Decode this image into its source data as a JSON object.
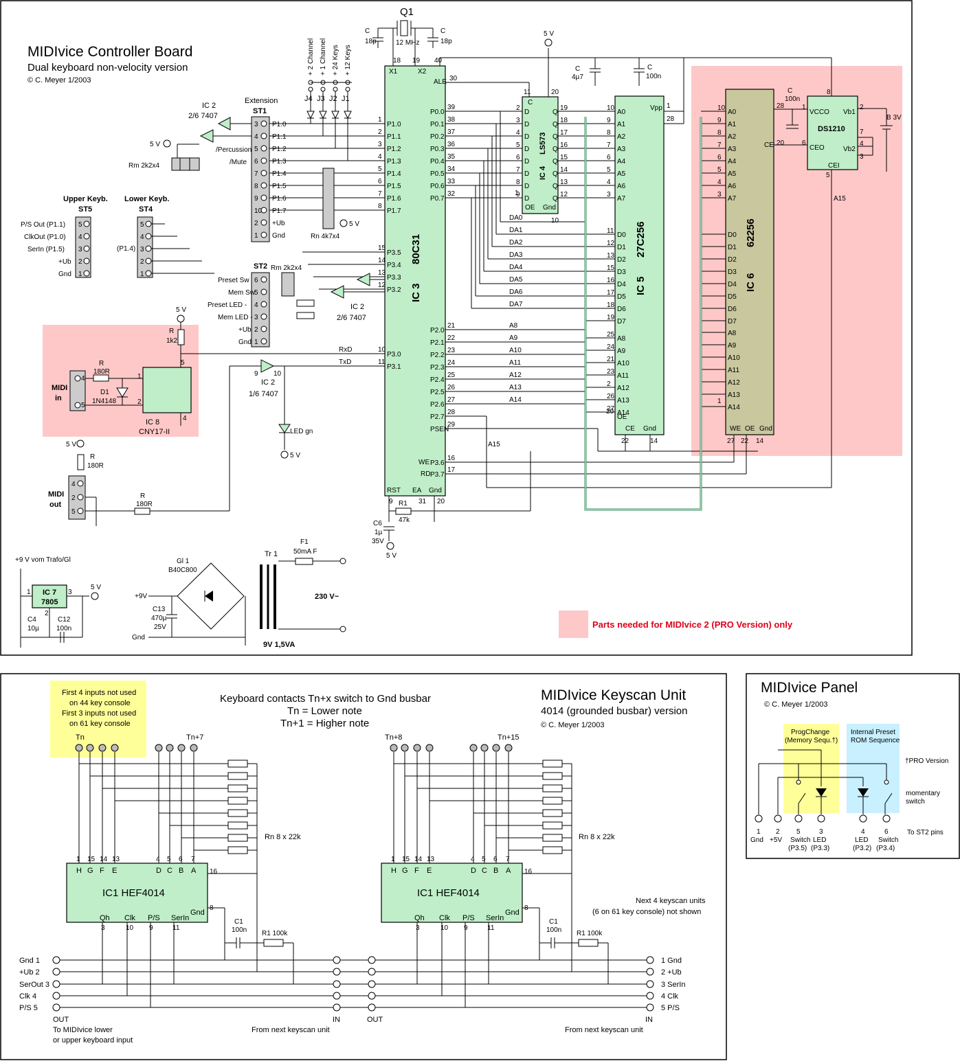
{
  "colors": {
    "ic_fill": "#bfeec8",
    "ic6_fill": "#c8c79e",
    "pro_highlight": "#ffc8c8",
    "prog_highlight": "#ffff99",
    "preset_highlight": "#c8f0ff",
    "note_red": "#e0001a",
    "bus_green": "#2e8b57"
  },
  "controller": {
    "title": "MIDIvice Controller Board",
    "subtitle": "Dual keyboard non-velocity version",
    "copyright": "© C. Meyer 1/2003",
    "pro_note": "Parts needed for MIDIvice 2 (PRO Version) only",
    "supply": {
      "v5": "5 V",
      "v5b": "5 V",
      "v5c": "5 V",
      "v5d": "5 V",
      "v5e": "5 V",
      "v5f": "5 V",
      "v5g": "5 V",
      "v5h": "5 V",
      "v5i": "5 V"
    },
    "crystal": {
      "name": "Q1",
      "freq": "12 MHz",
      "c_left": "C",
      "c_left_val": "18p",
      "c_right": "C",
      "c_right_val": "18p"
    },
    "jumpers": {
      "names": [
        "J4",
        "J3",
        "J2",
        "J1"
      ],
      "labels": [
        "+ 2 Channel",
        "+ 1 Channel",
        "+ 24 Keys",
        "+ 12 Keys"
      ]
    },
    "st1": {
      "title": "Extension",
      "name": "ST1",
      "pins": [
        "3",
        "4",
        "5",
        "6",
        "7",
        "8",
        "9",
        "10",
        "2",
        "1"
      ],
      "labels": [
        "P1.0",
        "P1.1",
        "P1.2",
        "P1.3",
        "P1.4",
        "P1.5",
        "P1.6",
        "P1.7",
        "+Ub",
        "Gnd"
      ],
      "percussion": "/Percussion",
      "mute": "/Mute"
    },
    "ic2a": {
      "name": "IC 2",
      "type": "2/6 7407"
    },
    "ic2b": {
      "name": "IC 2",
      "type": "2/6 7407"
    },
    "ic2c": {
      "name": "IC 2",
      "type": "1/6 7407",
      "pin_in": "9",
      "pin_out": "10"
    },
    "rm1": "Rm 2k2x4",
    "rm2": "Rm 2k2x4",
    "rn1": "Rn 4k7x4",
    "rn1_5v": "5 V",
    "st5": {
      "title": "Upper Keyb.",
      "name": "ST5",
      "pins": [
        "5",
        "4",
        "3",
        "2",
        "1"
      ],
      "labels": [
        "P/S Out (P1.1)",
        "ClkOut (P1.0)",
        "SerIn (P1.5)",
        "+Ub",
        "Gnd"
      ]
    },
    "st4": {
      "title": "Lower Keyb.",
      "name": "ST4",
      "pins": [
        "5",
        "4",
        "3",
        "2",
        "1"
      ],
      "p14": "(P1.4)"
    },
    "st2": {
      "name": "ST2",
      "pins": [
        "6",
        "5",
        "4",
        "3",
        "2",
        "1"
      ],
      "labels": [
        "Preset Sw",
        "Mem Sw",
        "Preset LED -",
        "Mem LED -",
        "+Ub",
        "Gnd"
      ]
    },
    "midi_in": {
      "label": "MIDI",
      "label2": "in",
      "pins": [
        "4",
        "5"
      ],
      "r": "R",
      "r_val": "180R",
      "d_name": "D1",
      "d_val": "1N4148",
      "r2": "R",
      "r2_val": "1k2",
      "opto": "IC 8",
      "opto_type": "CNY17-II",
      "opto_pins": [
        "1",
        "2",
        "5",
        "4"
      ]
    },
    "midi_out": {
      "label": "MIDI",
      "label2": "out",
      "pins": [
        "4",
        "2",
        "5"
      ],
      "r": "R",
      "r_val": "180R",
      "r2": "R",
      "r2_val": "180R"
    },
    "led": "LED gn",
    "rxd": "RxD",
    "txd": "TxD",
    "ic3": {
      "name": "IC 3",
      "type": "80C31",
      "left_pins": [
        "1",
        "2",
        "3",
        "4",
        "5",
        "6",
        "7",
        "8",
        "15",
        "14",
        "13",
        "12",
        "10",
        "11"
      ],
      "left": [
        "P1.0",
        "P1.1",
        "P1.2",
        "P1.3",
        "P1.4",
        "P1.5",
        "P1.6",
        "P1.7",
        "P3.5",
        "P3.4",
        "P3.3",
        "P3.2",
        "P3.0",
        "P3.1"
      ],
      "right_pins": [
        "39",
        "38",
        "37",
        "36",
        "35",
        "34",
        "33",
        "32",
        "21",
        "22",
        "23",
        "24",
        "25",
        "26",
        "27",
        "28",
        "29",
        "16",
        "17"
      ],
      "right": [
        "P0.0",
        "P0.1",
        "P0.2",
        "P0.3",
        "P0.4",
        "P0.5",
        "P0.6",
        "P0.7",
        "P2.0",
        "P2.1",
        "P2.2",
        "P2.3",
        "P2.4",
        "P2.5",
        "P2.6",
        "P2.7",
        "PSEN",
        "P3.6",
        "P3.7"
      ],
      "x1": "X1",
      "x2": "X2",
      "x1p": "18",
      "x2p": "19",
      "ale": "ALE",
      "ale_p": "30",
      "vcc_p": "40",
      "rst": "RST",
      "ea": "EA",
      "gnd": "Gnd",
      "rst_p": "9",
      "ea_p": "31",
      "gnd_p": "20",
      "we": "WE",
      "rd": "RD"
    },
    "ic4": {
      "name": "IC 4",
      "type": "LS573",
      "c": "C",
      "c_p": "11",
      "vcc_p": "20",
      "d": [
        "D",
        "D",
        "D",
        "D",
        "D",
        "D",
        "D",
        "D"
      ],
      "dp": [
        "2",
        "3",
        "4",
        "5",
        "6",
        "7",
        "8",
        "9"
      ],
      "qp": [
        "19",
        "18",
        "17",
        "16",
        "15",
        "14",
        "13",
        "12"
      ],
      "q": "Q",
      "oe": "OE",
      "gnd": "Gnd",
      "oe_p": "1",
      "gnd_p": "10"
    },
    "da": [
      "DA0",
      "DA1",
      "DA2",
      "DA3",
      "DA4",
      "DA5",
      "DA6",
      "DA7"
    ],
    "a": [
      "A8",
      "A9",
      "A10",
      "A11",
      "A12",
      "A13",
      "A14"
    ],
    "a15": "A15",
    "a15b": "A15",
    "ic5": {
      "name": "IC 5",
      "type": "27C256",
      "vpp": "Vpp",
      "vpp_p": "1",
      "vcc_p": "28",
      "addr": [
        "A0",
        "A1",
        "A2",
        "A3",
        "A4",
        "A5",
        "A6",
        "A7"
      ],
      "addr_p": [
        "10",
        "9",
        "8",
        "7",
        "6",
        "5",
        "4",
        "3"
      ],
      "data": [
        "D0",
        "D1",
        "D2",
        "D3",
        "D4",
        "D5",
        "D6",
        "D7"
      ],
      "data_p": [
        "11",
        "12",
        "13",
        "15",
        "16",
        "17",
        "18",
        "19"
      ],
      "haddr": [
        "A8",
        "A9",
        "A10",
        "A11",
        "A12",
        "A13",
        "A14"
      ],
      "haddr_p": [
        "25",
        "24",
        "21",
        "23",
        "2",
        "26",
        "27"
      ],
      "oe": "OE",
      "oe_p": "20",
      "ce": "CE",
      "gnd": "Gnd",
      "ce_p": "22",
      "gnd_p": "14"
    },
    "ic6": {
      "name": "IC 6",
      "type": "62256",
      "addr": [
        "A0",
        "A1",
        "A2",
        "A3",
        "A4",
        "A5",
        "A6",
        "A7",
        "D0",
        "D1",
        "D2",
        "D3",
        "D4",
        "D5",
        "D6",
        "D7",
        "A8",
        "A9",
        "A10",
        "A11",
        "A12",
        "A13",
        "A14"
      ],
      "addr_p": [
        "10",
        "9",
        "8",
        "7",
        "6",
        "5",
        "4",
        "3"
      ],
      "high_p": [
        "25",
        "24",
        "21",
        "23",
        "2",
        "26",
        "1"
      ],
      "vcc_p": "28",
      "ce": "CE",
      "ce_p": "20",
      "we": "WE",
      "oe": "OE",
      "gnd": "Gnd",
      "we_p": "27",
      "oe_p": "22",
      "gnd_p": "14"
    },
    "c_ic6": {
      "c": "C",
      "val": "100n"
    },
    "ds1210": {
      "name": "DS1210",
      "vcco": "VCCO",
      "vcco_p": "1",
      "vb1": "Vb1",
      "vb1_p": "2",
      "vb2": "Vb2",
      "vb2_p": "3",
      "ceo": "CEO",
      "ceo_p": "6",
      "cei": "CEI",
      "cei_p": "5",
      "p8": "8",
      "p7": "7",
      "p4": "4",
      "battery": "B 3V"
    },
    "c_4u7": {
      "c": "C",
      "val": "4µ7"
    },
    "c_100n": {
      "c": "C",
      "val": "100n"
    },
    "c6": {
      "name": "C6",
      "val": "1µ",
      "v": "35V"
    },
    "r1": {
      "name": "R1",
      "val": "47k"
    },
    "psu": {
      "in": "+9 V vom Trafo/Gl",
      "ic7": "IC 7",
      "ic7_type": "7805",
      "p1": "1",
      "p2": "2",
      "p3": "3",
      "c4": "C4",
      "c4_val": "10µ",
      "c12": "C12",
      "c12_val": "100n",
      "gl": "Gl 1",
      "gl_type": "B40C800",
      "p9v": "+9V",
      "gnd": "Gnd",
      "c13": "C13",
      "c13_val": "470µ",
      "c13_v": "25V",
      "tr": "Tr 1",
      "tr_rating": "9V  1,5VA",
      "f1": "F1",
      "f1_val": "50mA F",
      "mains": "230 V~"
    }
  },
  "keyscan": {
    "title": "MIDIvice Keyscan Unit",
    "subtitle": "4014 (grounded busbar) version",
    "copyright": "© C. Meyer 1/2003",
    "note": [
      "First 4 inputs not used",
      "on 44 key console",
      "First 3 inputs not used",
      "on 61 key console"
    ],
    "desc": [
      "Keyboard contacts Tn+x switch to Gnd busbar",
      "Tn = Lower note",
      "Tn+1 = Higher note"
    ],
    "tn": "Tn",
    "tn7": "Tn+7",
    "tn8": "Tn+8",
    "tn15": "Tn+15",
    "rn": "Rn 8 x 22k",
    "rn2": "Rn 8 x 22k",
    "ic": {
      "name": "IC1 HEF4014",
      "inputs": [
        "H",
        "G",
        "F",
        "E",
        "D",
        "C",
        "B",
        "A"
      ],
      "input_pins": [
        "1",
        "15",
        "14",
        "13",
        "4",
        "5",
        "6",
        "7"
      ],
      "bottom": [
        "Qh",
        "Clk",
        "P/S",
        "SerIn"
      ],
      "bottom_pins": [
        "3",
        "10",
        "9",
        "11"
      ],
      "gnd": "Gnd",
      "gnd_p": "8",
      "vcc_p": "16"
    },
    "c1": {
      "name": "C1",
      "val": "100n"
    },
    "r1": "R1 100k",
    "next": [
      "Next 4 keyscan units",
      "(6 on 61 key console) not shown"
    ],
    "left_pins": [
      "Gnd  1",
      "+Ub  2",
      "SerOut  3",
      "Clk  4",
      "P/S  5"
    ],
    "right_pins": [
      "1  Gnd",
      "2  +Ub",
      "3  SerIn",
      "4  Clk",
      "5  P/S"
    ],
    "out": "OUT",
    "out_desc": [
      "To MIDIvice lower",
      "or upper keyboard input"
    ],
    "in": "IN",
    "in_desc": "From next keyscan unit",
    "out2": "OUT",
    "in2": "IN",
    "in2_desc": "From next keyscan unit"
  },
  "panel": {
    "title": "MIDIvice Panel",
    "copyright": "© C. Meyer  1/2003",
    "prog": [
      "ProgChange",
      "(Memory Sequ.†)"
    ],
    "preset": [
      "Internal Preset",
      "ROM Sequence"
    ],
    "pro": "†PRO Version",
    "momentary": [
      "momentary",
      "switch"
    ],
    "to_st2": "To ST2 pins",
    "pins": [
      {
        "n": "1",
        "l1": "Gnd",
        "l2": ""
      },
      {
        "n": "2",
        "l1": "+5V",
        "l2": ""
      },
      {
        "n": "5",
        "l1": "Switch",
        "l2": "(P3.5)"
      },
      {
        "n": "3",
        "l1": "LED",
        "l2": "(P3.3)"
      },
      {
        "n": "4",
        "l1": "LED",
        "l2": "(P3.2)"
      },
      {
        "n": "6",
        "l1": "Switch",
        "l2": "(P3.4)"
      }
    ]
  }
}
